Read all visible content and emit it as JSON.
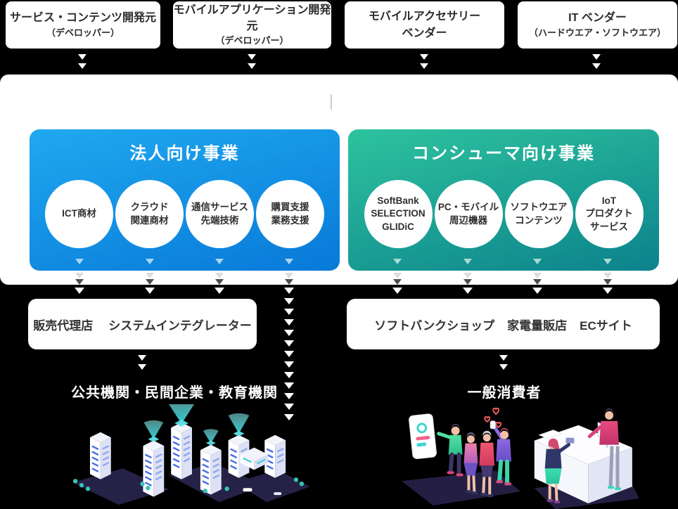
{
  "colors": {
    "background": "#000000",
    "panel": "#ffffff",
    "corporate_gradient_start": "#1fa9ef",
    "corporate_gradient_end": "#0879d8",
    "consumer_gradient_start": "#2dc39e",
    "consumer_gradient_end": "#0c828c",
    "text_dark": "#2b2b2b",
    "arrow_white": "#ffffff",
    "arrow_dark": "#4c4c4c"
  },
  "suppliers": [
    {
      "line1": "サービス・コンテンツ開発元",
      "line2": "（デベロッパー）"
    },
    {
      "line1": "モバイルアプリケーション開発元",
      "line2": "（デベロッパー）"
    },
    {
      "line1": "モバイルアクセサリー",
      "line2": "ベンダー"
    },
    {
      "line1": "IT ベンダー",
      "line2": "（ハードウエア・ソフトウエア）"
    }
  ],
  "business_units": {
    "corporate": {
      "title": "法人向け事業",
      "circles": [
        "ICT商材",
        "クラウド\n関連商材",
        "通信サービス\n先端技術",
        "購買支援\n業務支援"
      ]
    },
    "consumer": {
      "title": "コンシューマ向け事業",
      "circles": [
        "SoftBank\nSELECTION\nGLIDiC",
        "PC・モバイル\n周辺機器",
        "ソフトウエア\nコンテンツ",
        "IoT\nプロダクト\nサービス"
      ]
    }
  },
  "channels": {
    "corporate": [
      "販売代理店",
      "システムインテグレーター"
    ],
    "consumer": [
      "ソフトバンクショップ",
      "家電量販店",
      "ECサイト"
    ]
  },
  "customers": {
    "corporate": "公共機関・民間企業・教育機関",
    "consumer": "一般消費者"
  }
}
